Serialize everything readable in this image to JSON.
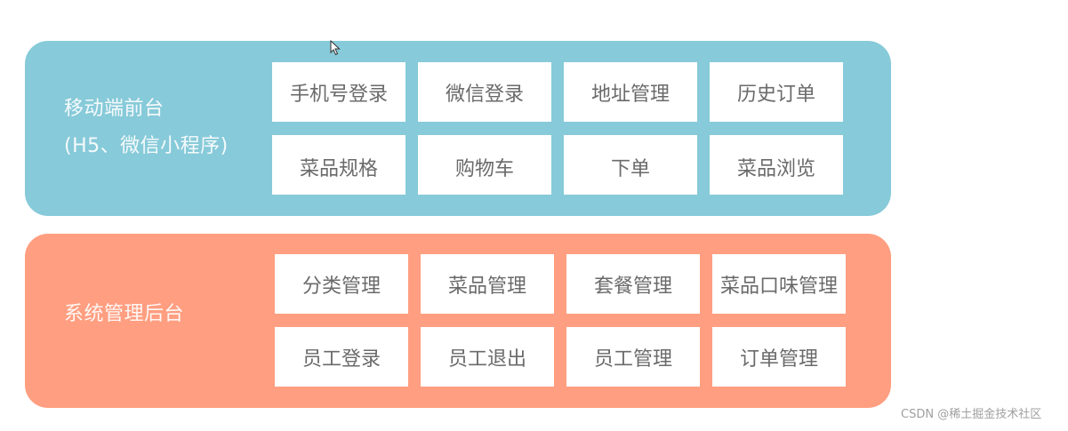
{
  "diagram": {
    "front": {
      "title_line1": "移动端前台",
      "title_line2": "(H5、微信小程序)",
      "color": "#87CAD9",
      "modules": [
        "手机号登录",
        "微信登录",
        "地址管理",
        "历史订单",
        "菜品规格",
        "购物车",
        "下单",
        "菜品浏览"
      ]
    },
    "admin": {
      "title": "系统管理后台",
      "color": "#FF9E80",
      "modules": [
        "分类管理",
        "菜品管理",
        "套餐管理",
        "菜品口味管理",
        "员工登录",
        "员工退出",
        "员工管理",
        "订单管理"
      ]
    }
  },
  "watermark": "CSDN @稀土掘金技术社区"
}
